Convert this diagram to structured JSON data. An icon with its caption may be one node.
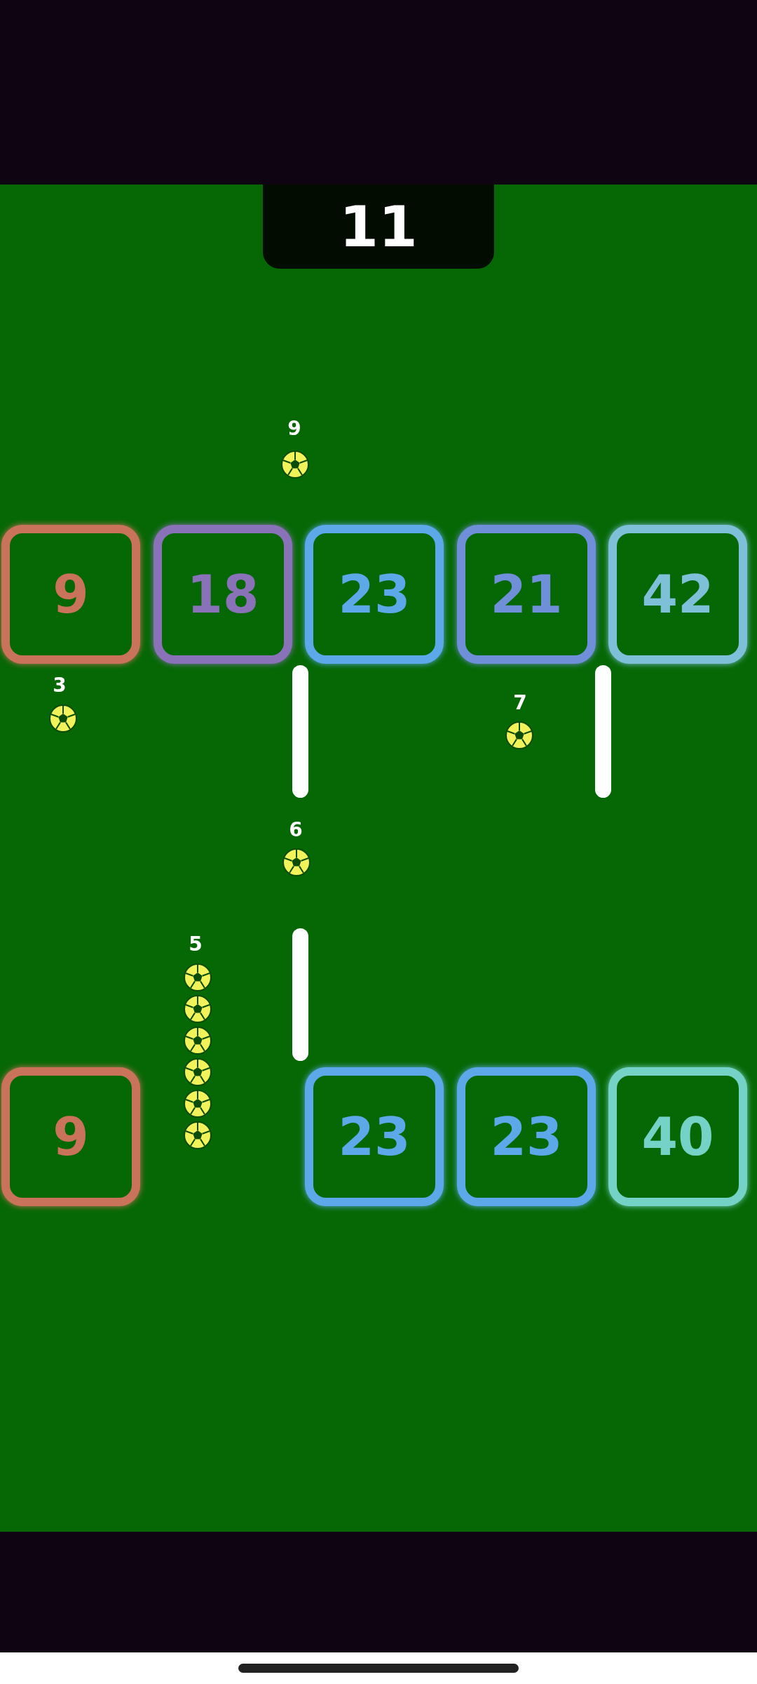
{
  "diagram": {
    "nodes": [
      {
        "text": [],
        "shape": "bar"
      },
      {
        "text": [
          "11"
        ]
      },
      {
        "text": [
          "9"
        ]
      },
      {
        "text": [
          "18"
        ]
      },
      {
        "text": [
          "23"
        ]
      },
      {
        "text": [
          "21"
        ]
      },
      {
        "text": [
          "42"
        ]
      },
      {
        "text": [],
        "shape": "bar"
      },
      {
        "text": [],
        "shape": "bar"
      },
      {
        "text": [],
        "shape": "bar"
      },
      {
        "text": [
          "9"
        ]
      },
      {
        "text": [
          "23"
        ]
      },
      {
        "text": [
          "23"
        ]
      },
      {
        "text": [
          "40"
        ]
      },
      {
        "text": [],
        "shape": "bar"
      }
    ],
    "labels": [
      "9",
      "3",
      "7",
      "6",
      "5"
    ]
  }
}
